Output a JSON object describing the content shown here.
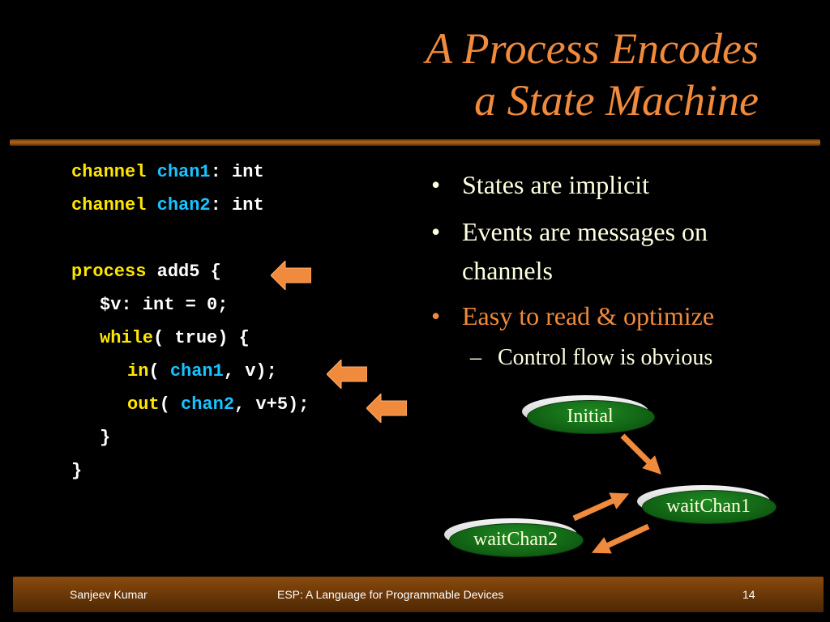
{
  "title": {
    "line1": "A Process Encodes",
    "line2": "a State Machine"
  },
  "code": {
    "line1": {
      "kw": "channel",
      "id": "chan1",
      "rest": ": int"
    },
    "line2": {
      "kw": "channel",
      "id": "chan2",
      "rest": ": int"
    },
    "line3": {
      "kw": "process",
      "rest": " add5 {"
    },
    "line4": {
      "rest": "$v: int = 0;"
    },
    "line5": {
      "kw": "while",
      "rest": "( true) {"
    },
    "line6": {
      "kw": "in",
      "pre": "( ",
      "id": "chan1",
      "rest": ", v);"
    },
    "line7": {
      "kw": "out",
      "pre": "( ",
      "id": "chan2",
      "rest": ", v+5);"
    },
    "line8": {
      "rest": "}"
    },
    "line9": {
      "rest": "}"
    }
  },
  "bullets": {
    "b1": "States are implicit",
    "b2_line1": "Events are messages on",
    "b2_line2": "channels",
    "b3": "Easy to read & optimize",
    "sub1": "Control flow is obvious",
    "bullet_char": "•",
    "dash_char": "–"
  },
  "diagram": {
    "states": [
      "Initial",
      "waitChan1",
      "waitChan2"
    ]
  },
  "footer": {
    "author": "Sanjeev Kumar",
    "title": "ESP: A Language for Programmable Devices",
    "page": "14"
  },
  "colors": {
    "background": "#000000",
    "title": "#f08a3c",
    "keyword": "#ffe600",
    "identifier": "#19c3ff",
    "arrow": "#f08a3c",
    "state_fill": "#0f5b12"
  },
  "icons": [
    "left-arrow-icon",
    "state-transition-arrow-icon"
  ]
}
